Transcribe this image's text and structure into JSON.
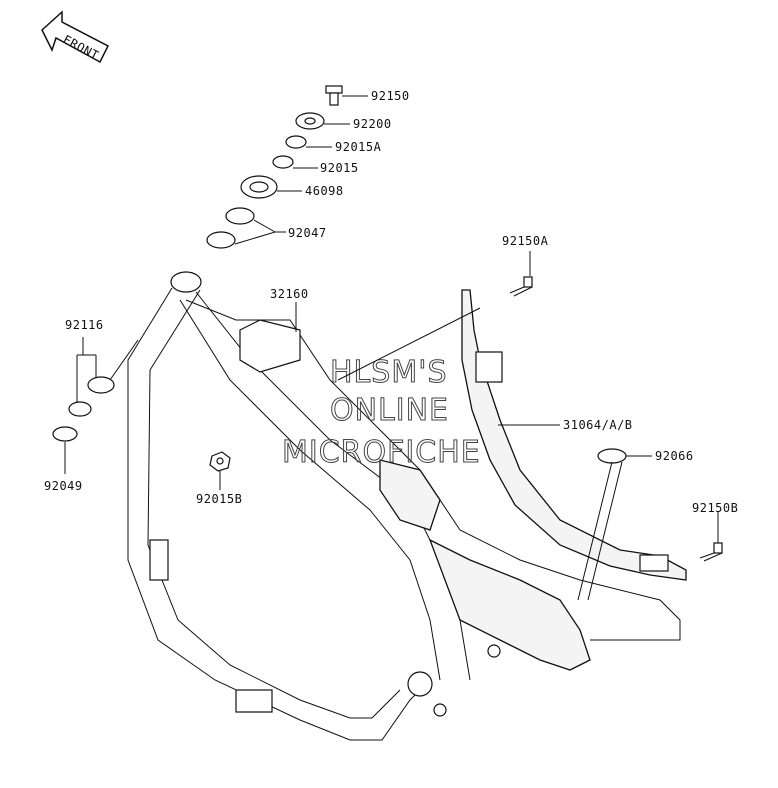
{
  "front_badge": {
    "text": "FRONT"
  },
  "watermark": {
    "line1": "HLSM'S",
    "line2": "ONLINE",
    "line3": "MICROFICHE"
  },
  "labels": {
    "p92150": "92150",
    "p92200": "92200",
    "p92015A": "92015A",
    "p92015": "92015",
    "p46098": "46098",
    "p92047": "92047",
    "p92150A": "92150A",
    "p32160": "32160",
    "p92116": "92116",
    "p92049": "92049",
    "p31064": "31064/A/B",
    "p92066": "92066",
    "p92015B": "92015B",
    "p92150B": "92150B"
  }
}
